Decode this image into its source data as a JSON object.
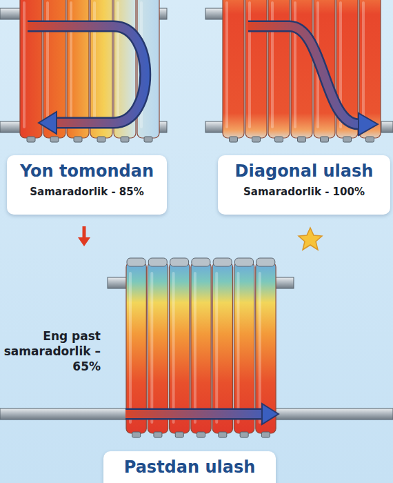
{
  "diagram": {
    "nodes": [
      {
        "text": [
          "Yon tomondan",
          "Samaradorlik - 85%"
        ]
      },
      {
        "text": [
          "Diagonal ulash",
          "Samaradorlik - 100%"
        ]
      },
      {
        "text": [
          "Pastdan ulash"
        ]
      }
    ],
    "labels": [
      "Eng past samaradorlik – 65%"
    ]
  }
}
